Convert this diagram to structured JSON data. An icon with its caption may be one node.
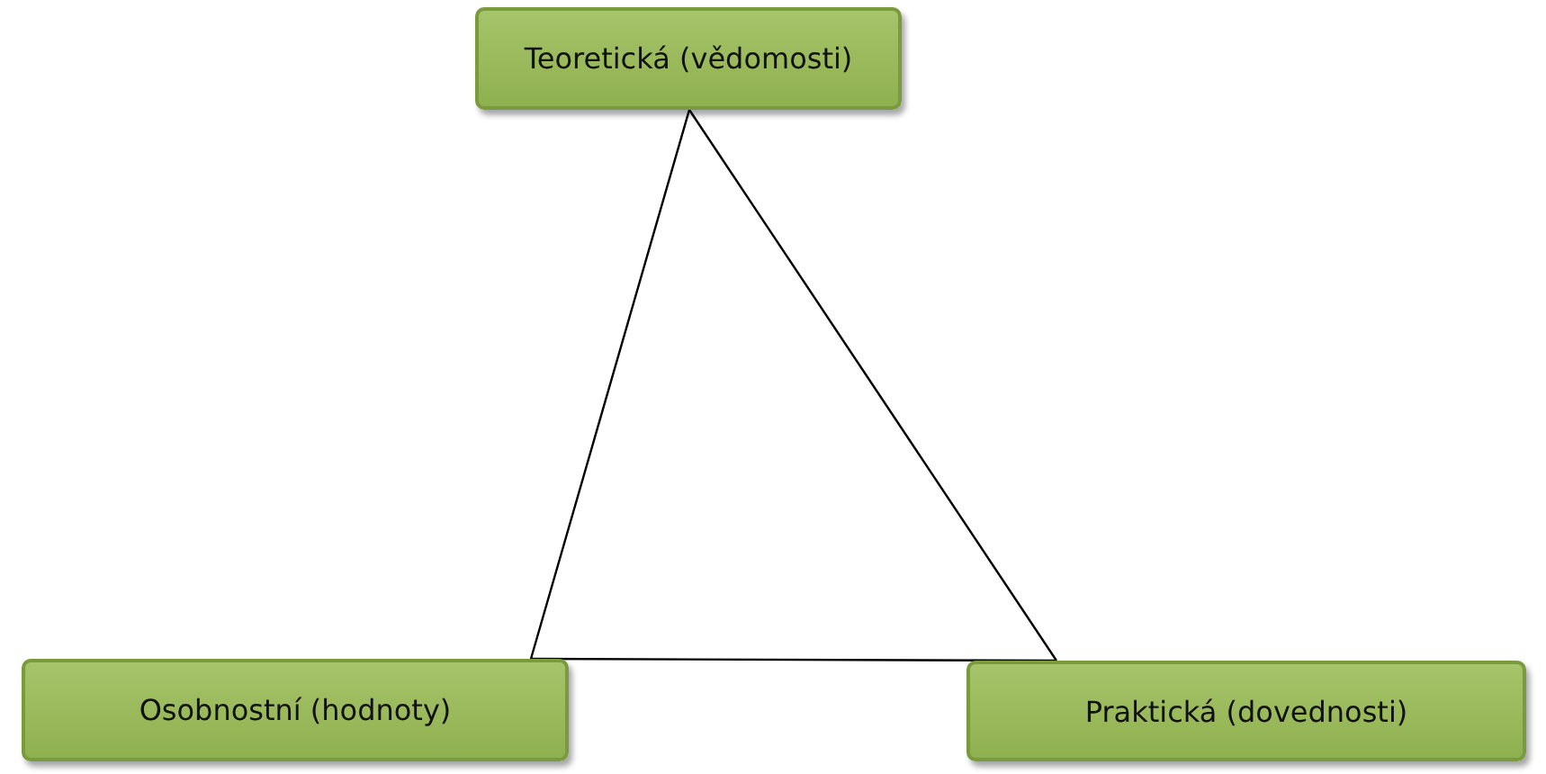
{
  "diagram": {
    "nodes": [
      {
        "text": [
          "Teoretická (vědomosti)"
        ]
      },
      {
        "text": [
          "Osobnostní (hodnoty)"
        ]
      },
      {
        "text": [
          "Praktická (dovednosti)"
        ]
      }
    ],
    "edges": [
      {
        "from": 0,
        "to": 1,
        "arrow": "none"
      },
      {
        "from": 0,
        "to": 2,
        "arrow": "none"
      },
      {
        "from": 1,
        "to": 2,
        "arrow": "none"
      }
    ]
  }
}
